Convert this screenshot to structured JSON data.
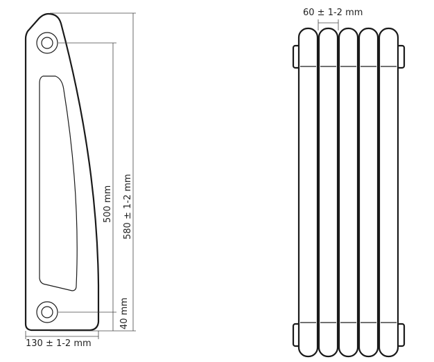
{
  "diagram": {
    "dimensions": {
      "width_total": "130 ± 1-2 mm",
      "axis_distance": "500 mm",
      "height_total": "580 ± 1-2 mm",
      "bottom_offset": "40 mm",
      "section_pitch": "60 ± 1-2 mm"
    },
    "front_view": {
      "section_count": 5
    }
  }
}
